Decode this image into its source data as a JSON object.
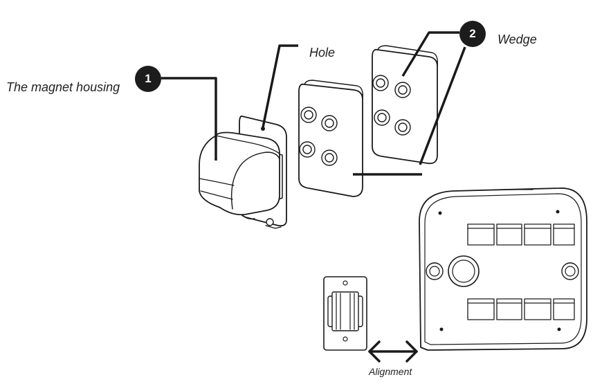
{
  "labels": {
    "magnet_housing": "The magnet housing",
    "hole": "Hole",
    "wedge": "Wedge",
    "alignment": "Alignment"
  },
  "callouts": {
    "one": "1",
    "two": "2"
  },
  "colors": {
    "line": "#1a1a1a",
    "badge": "#1c1c1c",
    "badge_text": "#ffffff"
  }
}
